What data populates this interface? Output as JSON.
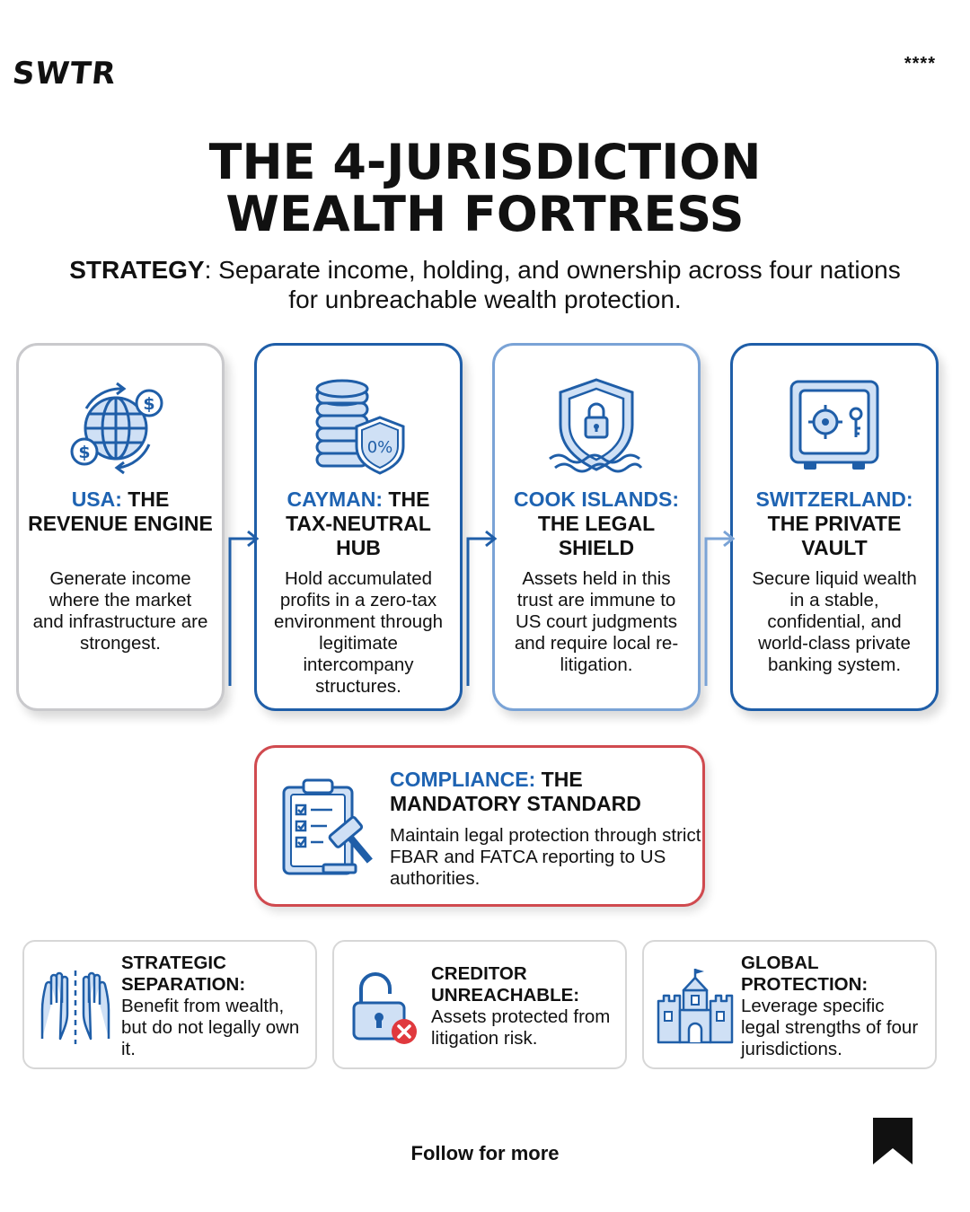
{
  "header": {
    "brand": "SWTR",
    "stars": "****"
  },
  "title": {
    "line1": "THE 4-JURISDICTION",
    "line2": "WEALTH FORTRESS"
  },
  "strategy": {
    "label": "STRATEGY",
    "text": ": Separate income, holding, and ownership across four nations for unbreachable wealth protection."
  },
  "jurisdictions": [
    {
      "accent": "USA:",
      "title": " THE REVENUE ENGINE",
      "body": "Generate income where the market and infrastructure are strongest.",
      "icon": "globe-dollar-icon",
      "border_color": "#c9c9cc"
    },
    {
      "accent": "CAYMAN:",
      "title": " THE TAX-NEUTRAL HUB",
      "body": "Hold accumulated profits in a zero-tax environment through legitimate intercompany structures.",
      "icon": "coins-shield-icon",
      "icon_badge": "0%",
      "border_color": "#1f5ea8"
    },
    {
      "accent": "COOK ISLANDS:",
      "title": " THE LEGAL SHIELD",
      "body": "Assets held in this trust are immune to US court judgments and require local re-litigation.",
      "icon": "shield-lock-icon",
      "border_color": "#7aa3d6"
    },
    {
      "accent": "SWITZERLAND:",
      "title": " THE PRIVATE VAULT",
      "body": "Secure liquid wealth in a stable, confidential, and world-class private banking system.",
      "icon": "vault-icon",
      "border_color": "#1f5ea8"
    }
  ],
  "compliance": {
    "accent": "COMPLIANCE:",
    "title_rest": " THE",
    "title_line2": "MANDATORY STANDARD",
    "body": "Maintain legal protection through strict FBAR and FATCA reporting to US authorities.",
    "icon": "clipboard-gavel-icon",
    "border_color": "#d04a4f"
  },
  "features": [
    {
      "title": "STRATEGIC SEPARATION:",
      "body": "Benefit from wealth, but do not legally own it.",
      "icon": "separated-hands-icon"
    },
    {
      "title": "CREDITOR UNREACHABLE:",
      "body": "Assets protected from litigation risk.",
      "icon": "unlocked-padlock-x-icon"
    },
    {
      "title": "GLOBAL PROTECTION:",
      "body": "Leverage specific legal strengths of four jurisdictions.",
      "icon": "castle-icon"
    }
  ],
  "footer": {
    "follow": "Follow for more",
    "icon": "bookmark-icon"
  },
  "colors": {
    "accent_blue": "#1e63b2",
    "icon_blue": "#1f5ea8",
    "icon_fill": "#cfe0f5",
    "compliance_red": "#d04a4f",
    "x_red": "#e0393e"
  }
}
